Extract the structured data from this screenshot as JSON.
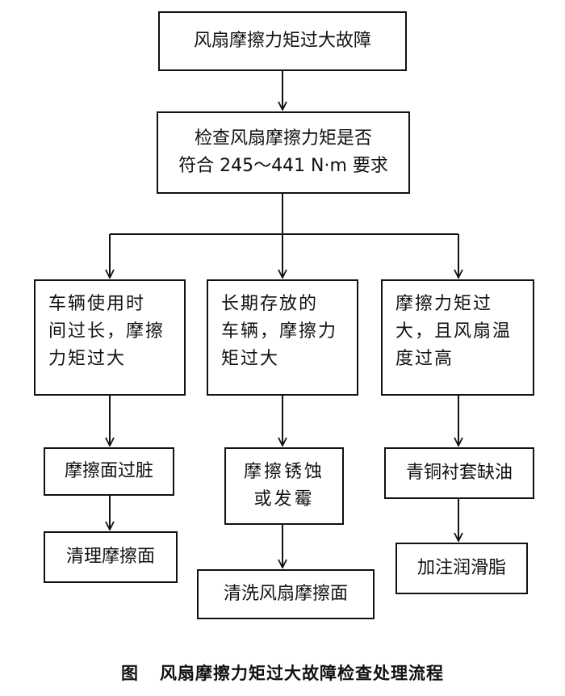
{
  "diagram": {
    "root": "风扇摩擦力矩过大故障",
    "check": [
      "检查风扇摩擦力矩是否",
      "符合 245～441 N·m 要求"
    ],
    "branches": [
      {
        "condition": [
          "车辆使用时",
          "间过长，摩擦",
          "力矩过大"
        ],
        "cause": "摩擦面过脏",
        "action": "清理摩擦面"
      },
      {
        "condition": [
          "长期存放的",
          "车辆，摩擦力",
          "矩过大"
        ],
        "cause": [
          "摩擦锈蚀",
          "或发霉"
        ],
        "action": "清洗风扇摩擦面"
      },
      {
        "condition": [
          "摩擦力矩过",
          "大，且风扇温",
          "度过高"
        ],
        "cause": "青铜衬套缺油",
        "action": "加注润滑脂"
      }
    ]
  },
  "caption": {
    "label": "图",
    "title": "风扇摩擦力矩过大故障检查处理流程"
  }
}
